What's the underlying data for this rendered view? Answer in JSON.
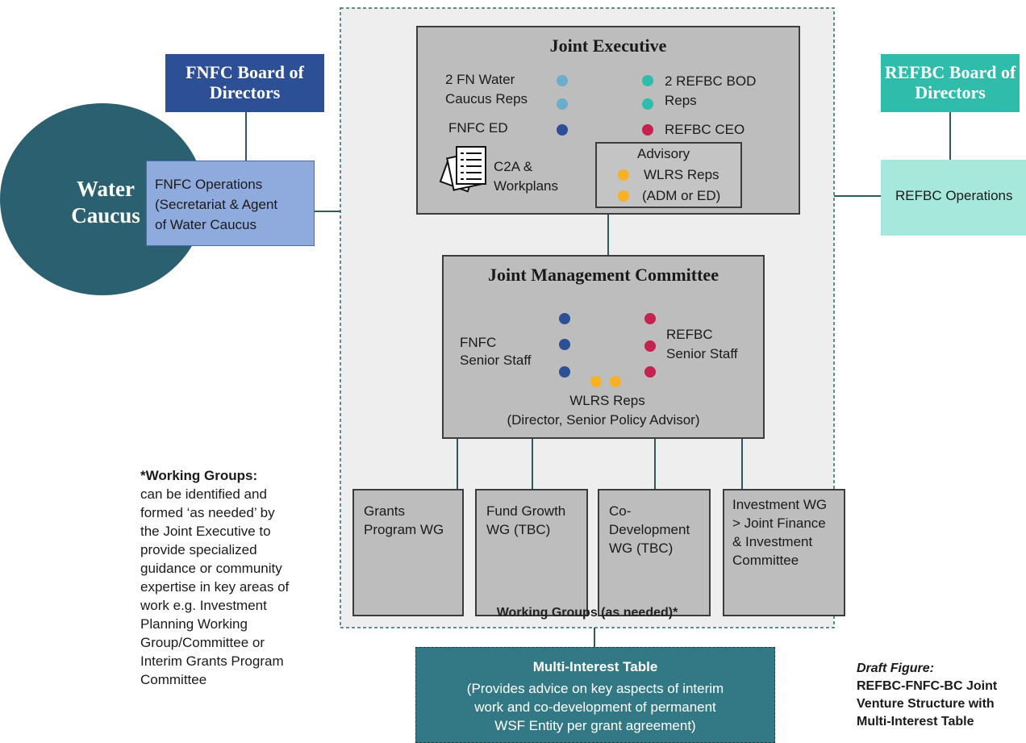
{
  "fnfc_board": {
    "title": "FNFC Board of Directors"
  },
  "refbc_board": {
    "title": "REFBC Board of Directors"
  },
  "water_caucus": {
    "label": "Water Caucus"
  },
  "fnfc_operations": {
    "line1": "FNFC Operations",
    "line2": "(Secretariat & Agent",
    "line3": "of Water Caucus"
  },
  "refbc_operations": {
    "label": "REFBC Operations"
  },
  "joint_executive": {
    "title": "Joint Executive",
    "fn_reps_line1": "2 FN Water",
    "fn_reps_line2": "Caucus Reps",
    "fnfc_ed": "FNFC ED",
    "refbc_bod_line1": "2 REFBC BOD",
    "refbc_bod_line2": "Reps",
    "refbc_ceo": "REFBC CEO",
    "c2a_line1": "C2A &",
    "c2a_line2": "Workplans",
    "advisory": {
      "line1": "Advisory",
      "line2": "WLRS Reps",
      "line3": "(ADM or ED)"
    }
  },
  "joint_management": {
    "title": "Joint Management Committee",
    "fnfc_line1": "FNFC",
    "fnfc_line2": "Senior Staff",
    "refbc_line1": "REFBC",
    "refbc_line2": "Senior Staff",
    "wlrs_line1": "WLRS Reps",
    "wlrs_line2": "(Director, Senior Policy Advisor)"
  },
  "working_groups": [
    {
      "lines": [
        "Grants",
        "Program WG"
      ]
    },
    {
      "lines": [
        "Fund Growth",
        "WG (TBC)"
      ]
    },
    {
      "lines": [
        "Co-",
        "Development",
        "WG (TBC)"
      ]
    },
    {
      "lines": [
        "Investment WG",
        "> Joint Finance",
        "& Investment",
        "Committee"
      ]
    }
  ],
  "working_groups_caption": "Working Groups (as needed)*",
  "wg_note": {
    "heading": "*Working Groups:",
    "lines": [
      "can be identified and",
      "formed ‘as needed’ by",
      "the Joint Executive to",
      "provide specialized",
      "guidance or community",
      "expertise in key areas of",
      "work e.g. Investment",
      "Planning Working",
      "Group/Committee or",
      "Interim Grants Program",
      "Committee"
    ]
  },
  "multi_interest": {
    "title": "Multi-Interest Table",
    "line1": "(Provides advice on key aspects of interim",
    "line2": "work and co-development of permanent",
    "line3": "WSF Entity per grant agreement)"
  },
  "draft_figure": {
    "label": "Draft Figure:",
    "line1": "REFBC-FNFC-BC Joint",
    "line2": "Venture Structure with",
    "line3": "Multi-Interest Table"
  },
  "colors": {
    "fnfc_navy": "#2d4f96",
    "refbc_teal": "#2fbcab",
    "water_caucus": "#2a6070",
    "fnfc_ops": "#8faadc",
    "refbc_ops": "#a7e8dd",
    "grey_box": "#bdbdbd",
    "multi_interest": "#337985",
    "refbc_red": "#c42350",
    "wlrs_yellow": "#f6b126",
    "fn_light_blue": "#6aaecb"
  }
}
